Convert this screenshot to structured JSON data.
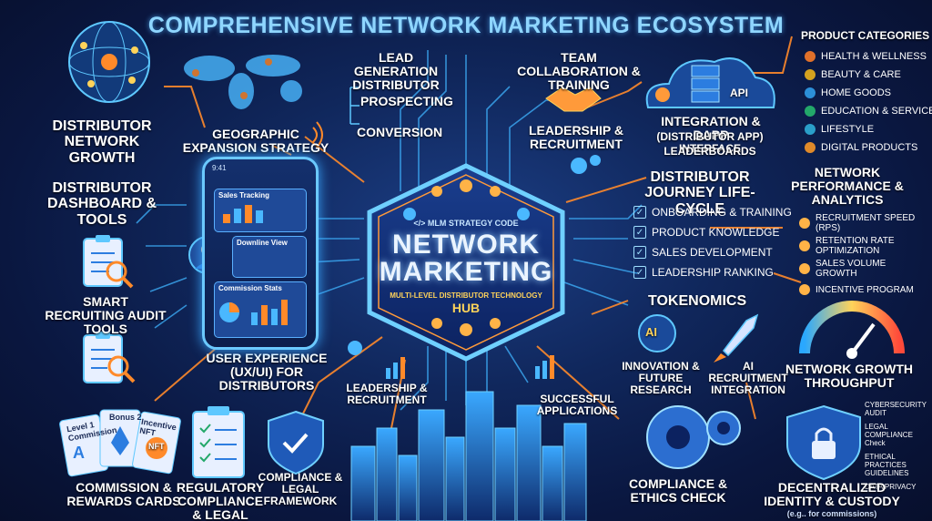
{
  "title": "COMPREHENSIVE NETWORK MARKETING ECOSYSTEM",
  "hub": {
    "code_label": "</> MLM STRATEGY CODE",
    "line1": "NETWORK",
    "line2": "MARKETING",
    "subtitle": "MULTI-LEVEL DISTRIBUTOR TECHNOLOGY",
    "tag": "HUB"
  },
  "labels": {
    "distributor_network_growth": "DISTRIBUTOR NETWORK GROWTH",
    "geographic_expansion": "GEOGRAPHIC EXPANSION STRATEGY",
    "lead_generation": "LEAD GENERATION DISTRIBUTOR",
    "prospecting": "PROSPECTING",
    "conversion": "CONVERSION",
    "team_collaboration": "TEAM COLLABORATION & TRAINING",
    "leadership_recruitment_top": "LEADERSHIP & RECRUITMENT",
    "integration_dapp": "INTEGRATION & DAPP",
    "dapp_interface": "(DISTRIBUTOR APP) INTERFACE",
    "leaderboards": "LEADERBOARDS",
    "distributor_dashboard": "DISTRIBUTOR DASHBOARD & TOOLS",
    "smart_recruiting": "SMART RECRUITING AUDIT TOOLS",
    "ux_ui": "USER EXPERIENCE (UX/UI) FOR DISTRIBUTORS",
    "distributor_journey": "DISTRIBUTOR JOURNEY LIFE-CYCLE",
    "network_performance": "NETWORK PERFORMANCE & ANALYTICS",
    "tokenomics": "TOKENOMICS",
    "innovation": "INNOVATION & FUTURE RESEARCH",
    "ai_recruitment": "AI RECRUITMENT INTEGRATION",
    "network_growth_throughput": "NETWORK GROWTH THROUGHPUT",
    "leadership_recruitment_bottom": "LEADERSHIP & RECRUITMENT",
    "successful_applications": "SUCCESSFUL APPLICATIONS",
    "commission_rewards": "COMMISSION & REWARDS CARDS",
    "regulatory_compliance": "REGULATORY COMPLIANCE & LEGAL",
    "compliance_framework": "COMPLIANCE & LEGAL FRAMEWORK",
    "compliance_ethics": "COMPLIANCE & ETHICS CHECK",
    "decentralized_identity": "DECENTRALIZED IDENTITY & CUSTODY",
    "decentralized_note": "(e.g.. for commissions)",
    "api": "API",
    "ai": "AI"
  },
  "phone": {
    "time": "9:41",
    "sales_tracking": "Sales Tracking",
    "downline_view": "Downline View",
    "commission_stats": "Commission Stats"
  },
  "cards": {
    "level1": "Level 1 Commission",
    "bonus2": "Bonus 2",
    "incentive": "Incentive NFT",
    "nft": "NFT"
  },
  "product_categories": {
    "title": "PRODUCT CATEGORIES",
    "items": [
      {
        "label": "HEALTH & WELLNESS",
        "color": "#e0702a",
        "icon": "heart-icon"
      },
      {
        "label": "BEAUTY & CARE",
        "color": "#d4a21f",
        "icon": "sparkle-icon"
      },
      {
        "label": "HOME GOODS",
        "color": "#2c8fd8",
        "icon": "home-icon"
      },
      {
        "label": "EDUCATION & SERVICES",
        "color": "#23a86a",
        "icon": "book-icon"
      },
      {
        "label": "LIFESTYLE",
        "color": "#2a9fc9",
        "icon": "leaf-icon"
      },
      {
        "label": "DIGITAL PRODUCTS",
        "color": "#e08a2a",
        "icon": "screen-icon"
      }
    ]
  },
  "journey": {
    "items": [
      "ONBOARDING & TRAINING",
      "PRODUCT KNOWLEDGE",
      "SALES DEVELOPMENT",
      "LEADERSHIP RANKING"
    ]
  },
  "performance": {
    "items": [
      {
        "label": "RECRUITMENT SPEED (RPS)",
        "icon": "bulb-icon"
      },
      {
        "label": "RETENTION RATE OPTIMIZATION",
        "icon": "gauge-icon"
      },
      {
        "label": "SALES VOLUME GROWTH",
        "icon": "layers-icon"
      },
      {
        "label": "INCENTIVE PROGRAM",
        "icon": "arrows-icon"
      }
    ]
  },
  "security": {
    "items": [
      "CYBERSECURITY AUDIT",
      "LEGAL COMPLIANCE Check",
      "ETHICAL PRACTICES GUIDELINES",
      "DATA PRIVACY"
    ]
  },
  "colors": {
    "accent_cyan": "#5ec8ff",
    "accent_orange": "#ff8a2a",
    "hub_gold": "#ffd35a",
    "background": "#0a1740"
  }
}
